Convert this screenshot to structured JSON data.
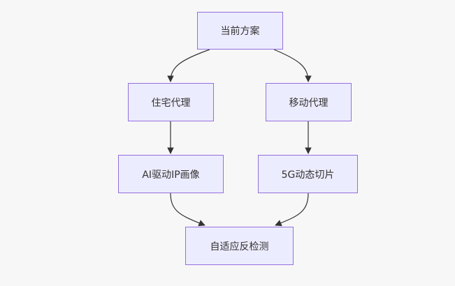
{
  "diagram": {
    "nodes": {
      "current_plan": "当前方案",
      "residential_proxy": "住宅代理",
      "mobile_proxy": "移动代理",
      "ai_driven_ip_profile": "AI驱动IP画像",
      "five_g_dynamic_slicing": "5G动态切片",
      "adaptive_anti_detection": "自适应反检测"
    },
    "edges": [
      {
        "from": "current_plan",
        "to": "residential_proxy"
      },
      {
        "from": "current_plan",
        "to": "mobile_proxy"
      },
      {
        "from": "residential_proxy",
        "to": "ai_driven_ip_profile"
      },
      {
        "from": "mobile_proxy",
        "to": "five_g_dynamic_slicing"
      },
      {
        "from": "ai_driven_ip_profile",
        "to": "adaptive_anti_detection"
      },
      {
        "from": "five_g_dynamic_slicing",
        "to": "adaptive_anti_detection"
      }
    ],
    "colors": {
      "node_fill": "#ececff",
      "node_border": "#9370db",
      "edge": "#333333",
      "text": "#333333",
      "background": "#f7f7f8"
    }
  }
}
